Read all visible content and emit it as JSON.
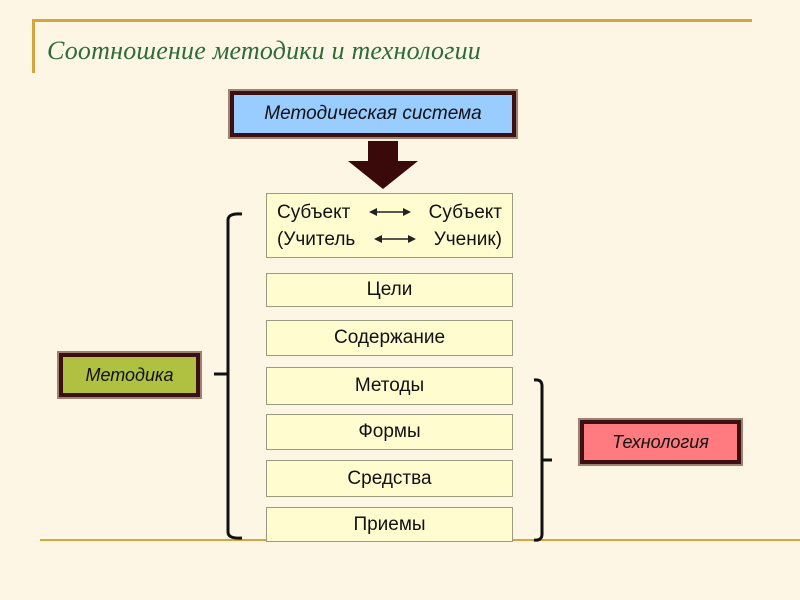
{
  "title": "Соотношение методики и технологии",
  "system_box": {
    "label": "Методическая система"
  },
  "subjects": {
    "row1_left": "Субъект",
    "row1_right": "Субъект",
    "row2_left": "(Учитель",
    "row2_right": "Ученик)"
  },
  "items": [
    "Цели",
    "Содержание",
    "Методы",
    "Формы",
    "Средства",
    "Приемы"
  ],
  "labels": {
    "methodology": "Методика",
    "technology": "Технология"
  },
  "colors": {
    "background": "#fdf6e4",
    "accent_line": "#d4a640",
    "title_text": "#2e6b3a",
    "system_box": "#99ccff",
    "methodology_box": "#b0c040",
    "technology_box": "#ff7b80",
    "item_box": "#fffdd0",
    "arrow": "#3a0a0a"
  },
  "icons": {
    "down_arrow": "block-arrow-down",
    "two_way_arrow": "double-headed-arrow",
    "brace": "square-bracket-brace"
  }
}
